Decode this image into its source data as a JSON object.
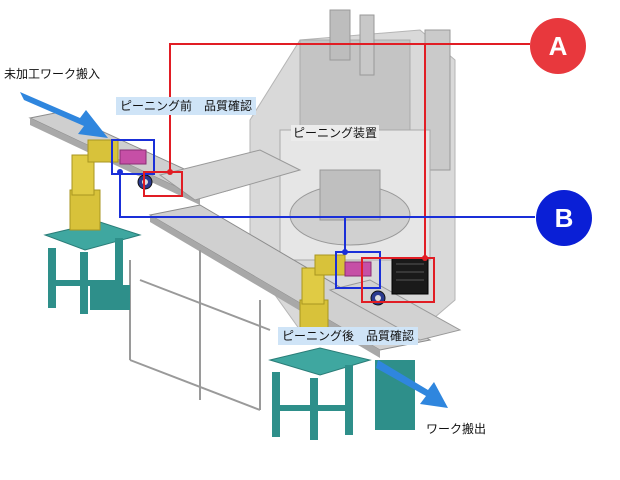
{
  "labels": {
    "input_work": "未加工ワーク搬入",
    "before_inspection": "ピーニング前　品質確認",
    "peening_device": "ピーニング装置",
    "after_inspection": "ピーニング後　品質確認",
    "output_work": "ワーク搬出"
  },
  "badges": {
    "a": "A",
    "b": "B"
  },
  "colors": {
    "badge_a": "#e8383d",
    "badge_b": "#0a1fd6",
    "line_a": "#e11d24",
    "line_b": "#1a2fd8",
    "arrow": "#2f86de",
    "frame": "#2e8f8a",
    "robot": "#d8c23a"
  }
}
